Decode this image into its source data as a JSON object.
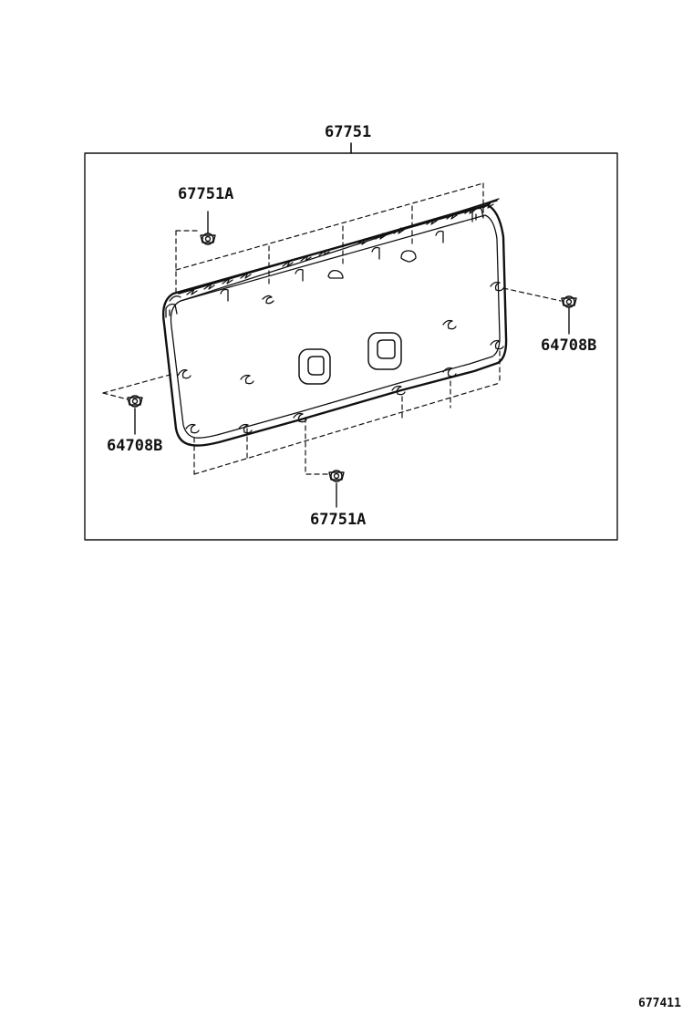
{
  "diagram": {
    "assembly_part": "67751",
    "clip_part_top": "67751A",
    "clip_part_bottom": "67751A",
    "clip_part_right": "64708B",
    "clip_part_left": "64708B",
    "figure_number": "677411"
  },
  "colors": {
    "line": "#111111",
    "background": "#ffffff"
  }
}
